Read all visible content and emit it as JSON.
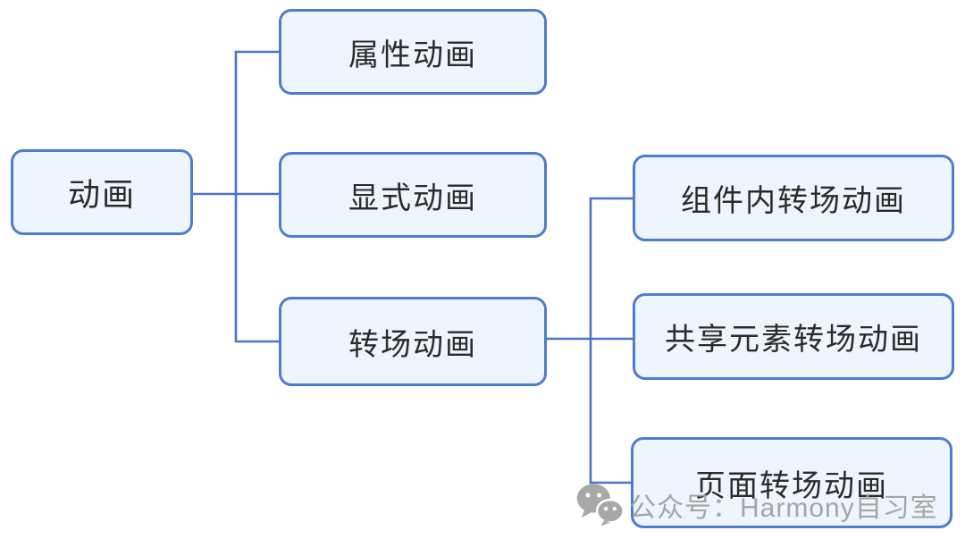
{
  "diagram": {
    "type": "mindmap",
    "root": {
      "label": "动画"
    },
    "level2": [
      {
        "label": "属性动画"
      },
      {
        "label": "显式动画"
      },
      {
        "label": "转场动画"
      }
    ],
    "level3": [
      {
        "label": "组件内转场动画"
      },
      {
        "label": "共享元素转场动画"
      },
      {
        "label": "页面转场动画"
      }
    ],
    "edges": [
      [
        "动画",
        "属性动画"
      ],
      [
        "动画",
        "显式动画"
      ],
      [
        "动画",
        "转场动画"
      ],
      [
        "转场动画",
        "组件内转场动画"
      ],
      [
        "转场动画",
        "共享元素转场动画"
      ],
      [
        "转场动画",
        "页面转场动画"
      ]
    ]
  },
  "colors": {
    "node_border": "#4d7cd1",
    "node_fill": "#eff5fc",
    "node_text": "#2b2b2b",
    "connector": "#4a75c9",
    "watermark": "#a5a5a5"
  },
  "watermark": {
    "icon": "wechat-icon",
    "text": "公众号：Harmony自习室"
  }
}
